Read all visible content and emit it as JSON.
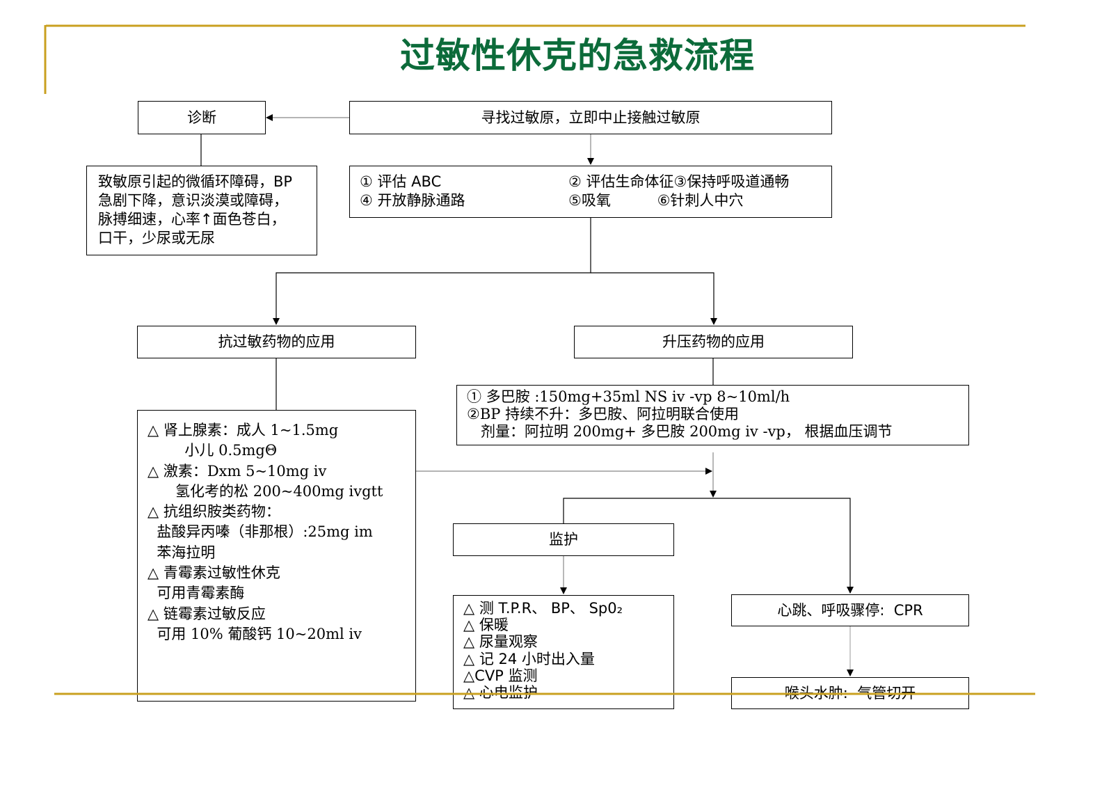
{
  "title": "过敏性休克的急救流程",
  "colors": {
    "title": "#0c6b3a",
    "rule": "#c9a020"
  },
  "boxes": {
    "diagnosis": "诊断",
    "find_allergen": "寻找过敏原，立即中止接触过敏原",
    "diagnosis_detail": [
      "致敏原引起的微循环障碍，BP",
      "急剧下降，意识淡漠或障碍，",
      "脉搏细速，心率↑面色苍白，",
      "口干，少尿或无尿"
    ],
    "first_aid": {
      "col1": [
        "① 评估 ABC",
        "④ 开放静脉通路"
      ],
      "col2": [
        "② 评估生命体征③保持呼吸道通畅",
        "⑤吸氧          ⑥针刺人中穴"
      ]
    },
    "antiallergy": "抗过敏药物的应用",
    "vasopressor": "升压药物的应用",
    "vasopressor_detail": [
      "① 多巴胺 :150mg+35ml NS iv -vp 8~10ml/h",
      "②BP 持续不升：多巴胺、阿拉明联合使用",
      "   剂量：阿拉明 200mg+ 多巴胺 200mg iv -vp， 根据血压调节"
    ],
    "antiallergy_detail": [
      "△ 肾上腺素：成人 1~1.5mg",
      "        小儿 0.5mgΘ",
      "△ 激素：Dxm 5~10mg iv",
      "      氢化考的松 200~400mg ivgtt",
      "△ 抗组织胺类药物：",
      "  盐酸异丙嗪（非那根）:25mg im",
      "  苯海拉明",
      "△ 青霉素过敏性休克",
      "  可用青霉素酶",
      "△ 链霉素过敏反应",
      "  可用 10% 葡酸钙 10~20ml iv"
    ],
    "monitor": "监护",
    "monitor_detail": [
      "△ 测 T.P.R、 BP、 Sp0₂",
      "△ 保暖",
      "△ 尿量观察",
      "△ 记 24 小时出入量",
      "△CVP 监测",
      "△ 心电监护"
    ],
    "cardiac_arrest": "心跳、呼吸骤停:  CPR",
    "laryngeal_edema": "喉头水肿:  气管切开"
  }
}
